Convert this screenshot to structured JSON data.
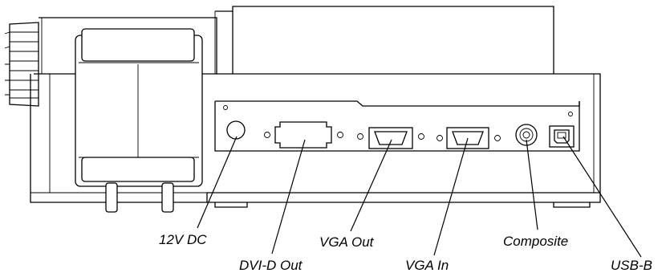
{
  "labels": {
    "dc": "12V DC",
    "dvi": "DVI-D Out",
    "vga_out": "VGA Out",
    "vga_in": "VGA In",
    "composite": "Composite",
    "usb": "USB-B"
  }
}
